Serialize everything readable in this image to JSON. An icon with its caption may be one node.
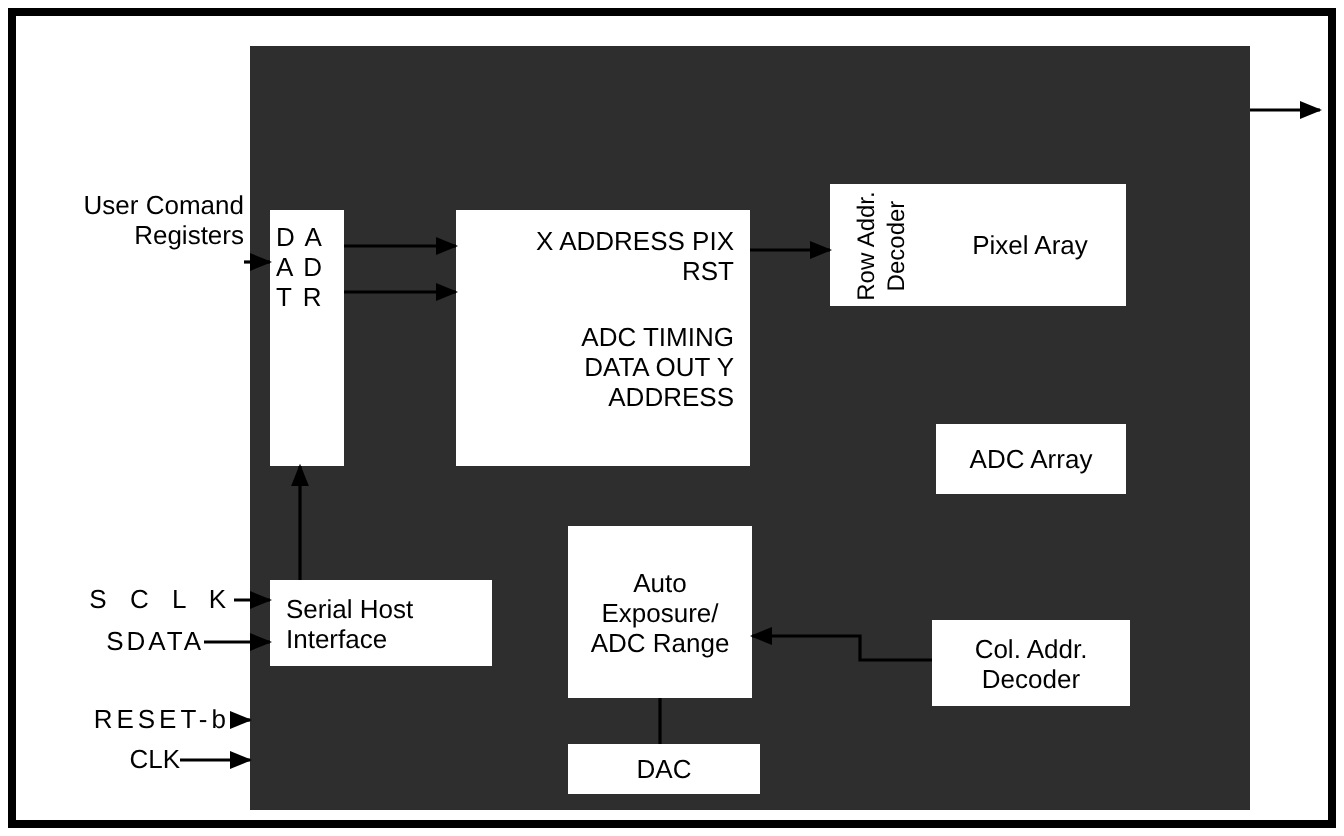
{
  "diagram": {
    "nodes": [
      {
        "text": [],
        "shape": "box"
      },
      {
        "text": [
          "User Comand Registers"
        ]
      },
      {
        "text": [
          "D A A D T R"
        ],
        "in": 0
      },
      {
        "text": [
          "X ADDRESS PIX RST",
          "ADC TIMING DATA OUT Y ADDRESS"
        ],
        "in": 0
      },
      {
        "text": [
          "Row Addr. Decoder"
        ],
        "in": 0
      },
      {
        "text": [
          "Pixel Aray"
        ],
        "in": 0
      },
      {
        "text": [
          "ADC Array"
        ],
        "in": 0
      },
      {
        "text": [
          "S C L K"
        ]
      },
      {
        "text": [
          "SDATA"
        ]
      },
      {
        "text": [
          "Serial Host Interface"
        ],
        "in": 0
      },
      {
        "text": [
          "Auto Exposure/ ADC Range"
        ],
        "in": 0
      },
      {
        "text": [
          "Col. Addr. Decoder"
        ],
        "in": 0
      },
      {
        "text": [
          "RESET-b"
        ]
      },
      {
        "text": [
          "CLK"
        ]
      },
      {
        "text": [
          "DAC"
        ],
        "in": 0
      }
    ],
    "edges": [
      {
        "from": 1,
        "to": 2,
        "arrow": "to"
      },
      {
        "from": 2,
        "to": 3,
        "arrow": "to"
      },
      {
        "from": 2,
        "to": 3,
        "arrow": "to"
      },
      {
        "from": 3,
        "to": 4,
        "arrow": "to"
      },
      {
        "from": 7,
        "to": 9,
        "arrow": "to"
      },
      {
        "from": 8,
        "to": 9,
        "arrow": "to"
      },
      {
        "from": 9,
        "to": 2,
        "arrow": "to"
      },
      {
        "from": 12,
        "to": 0,
        "arrow": "to"
      },
      {
        "from": 13,
        "to": 0,
        "arrow": "to"
      },
      {
        "from": 0,
        "to": null,
        "arrow": "to"
      },
      {
        "from": 11,
        "to": 10,
        "arrow": "to"
      },
      {
        "from": 10,
        "to": 14,
        "arrow": "none"
      }
    ]
  }
}
